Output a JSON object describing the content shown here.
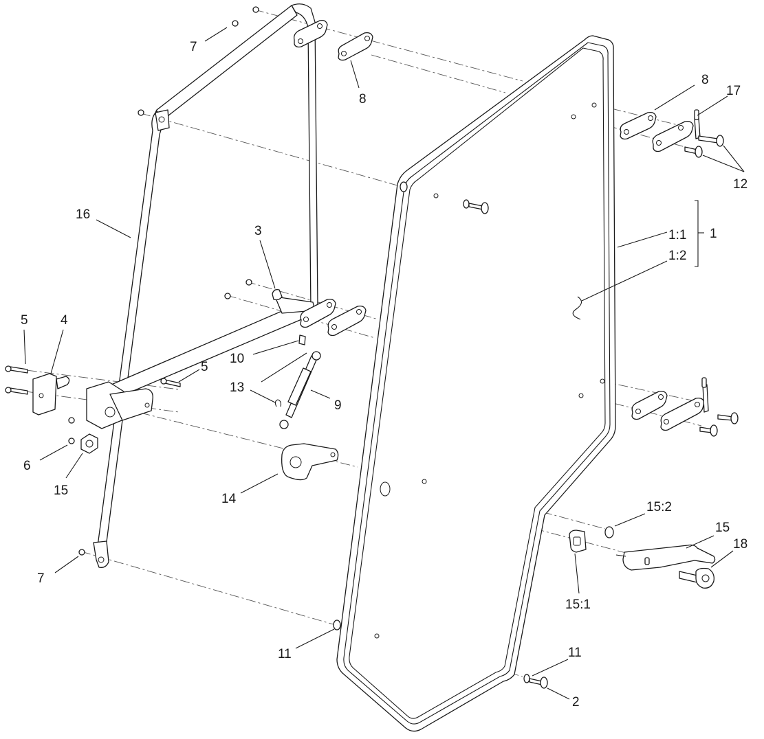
{
  "callouts": {
    "c1": "1",
    "c1_1": "1:1",
    "c1_2": "1:2",
    "c2": "2",
    "c3": "3",
    "c4": "4",
    "c5a": "5",
    "c5b": "5",
    "c6": "6",
    "c7a": "7",
    "c7b": "7",
    "c8a": "8",
    "c8b": "8",
    "c9": "9",
    "c10": "10",
    "c11a": "11",
    "c11b": "11",
    "c12": "12",
    "c13": "13",
    "c14": "14",
    "c15a": "15",
    "c15b": "15",
    "c15_1": "15:1",
    "c15_2": "15:2",
    "c16": "16",
    "c17": "17",
    "c18": "18"
  },
  "colors": {
    "line": "#1a1a1a",
    "centerline": "#555555",
    "background": "#ffffff"
  }
}
